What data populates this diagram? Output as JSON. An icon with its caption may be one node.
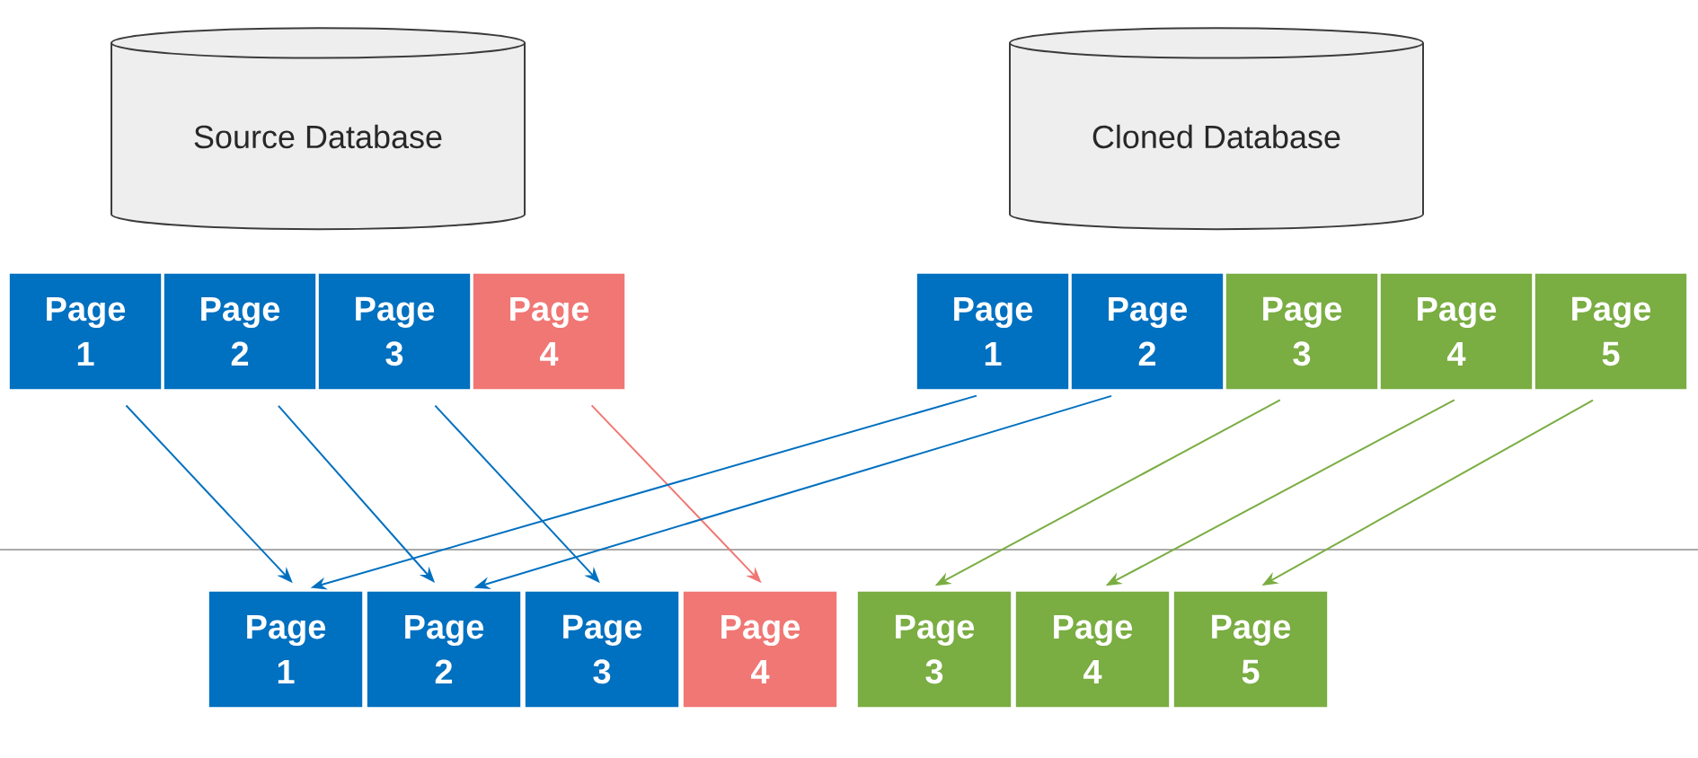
{
  "diagram": {
    "nodes": [
      {
        "text": [
          "Source Database"
        ]
      },
      {
        "text": [
          "Cloned Database"
        ]
      },
      {
        "text": [
          "Page 1"
        ]
      },
      {
        "text": [
          "Page 2"
        ]
      },
      {
        "text": [
          "Page 3"
        ]
      },
      {
        "text": [
          "Page 4"
        ]
      },
      {
        "text": [
          "Page 1"
        ]
      },
      {
        "text": [
          "Page 2"
        ]
      },
      {
        "text": [
          "Page 3"
        ]
      },
      {
        "text": [
          "Page 4"
        ]
      },
      {
        "text": [
          "Page 5"
        ]
      },
      {
        "text": [
          "Page 1"
        ]
      },
      {
        "text": [
          "Page 2"
        ]
      },
      {
        "text": [
          "Page 3"
        ]
      },
      {
        "text": [
          "Page 4"
        ]
      },
      {
        "text": [
          "Page 3"
        ]
      },
      {
        "text": [
          "Page 4"
        ]
      },
      {
        "text": [
          "Page 5"
        ]
      }
    ],
    "edges": [
      {
        "from": 2,
        "to": 11,
        "arrow": "to"
      },
      {
        "from": 3,
        "to": 12,
        "arrow": "to"
      },
      {
        "from": 4,
        "to": 13,
        "arrow": "to"
      },
      {
        "from": 5,
        "to": 14,
        "arrow": "to",
        "color": "#f07774"
      },
      {
        "from": 6,
        "to": 11,
        "arrow": "to"
      },
      {
        "from": 7,
        "to": 12,
        "arrow": "to"
      },
      {
        "from": 8,
        "to": 15,
        "arrow": "to",
        "color": "#7aad42"
      },
      {
        "from": 9,
        "to": 16,
        "arrow": "to",
        "color": "#7aad42"
      },
      {
        "from": 10,
        "to": 17,
        "arrow": "to",
        "color": "#7aad42"
      }
    ]
  }
}
